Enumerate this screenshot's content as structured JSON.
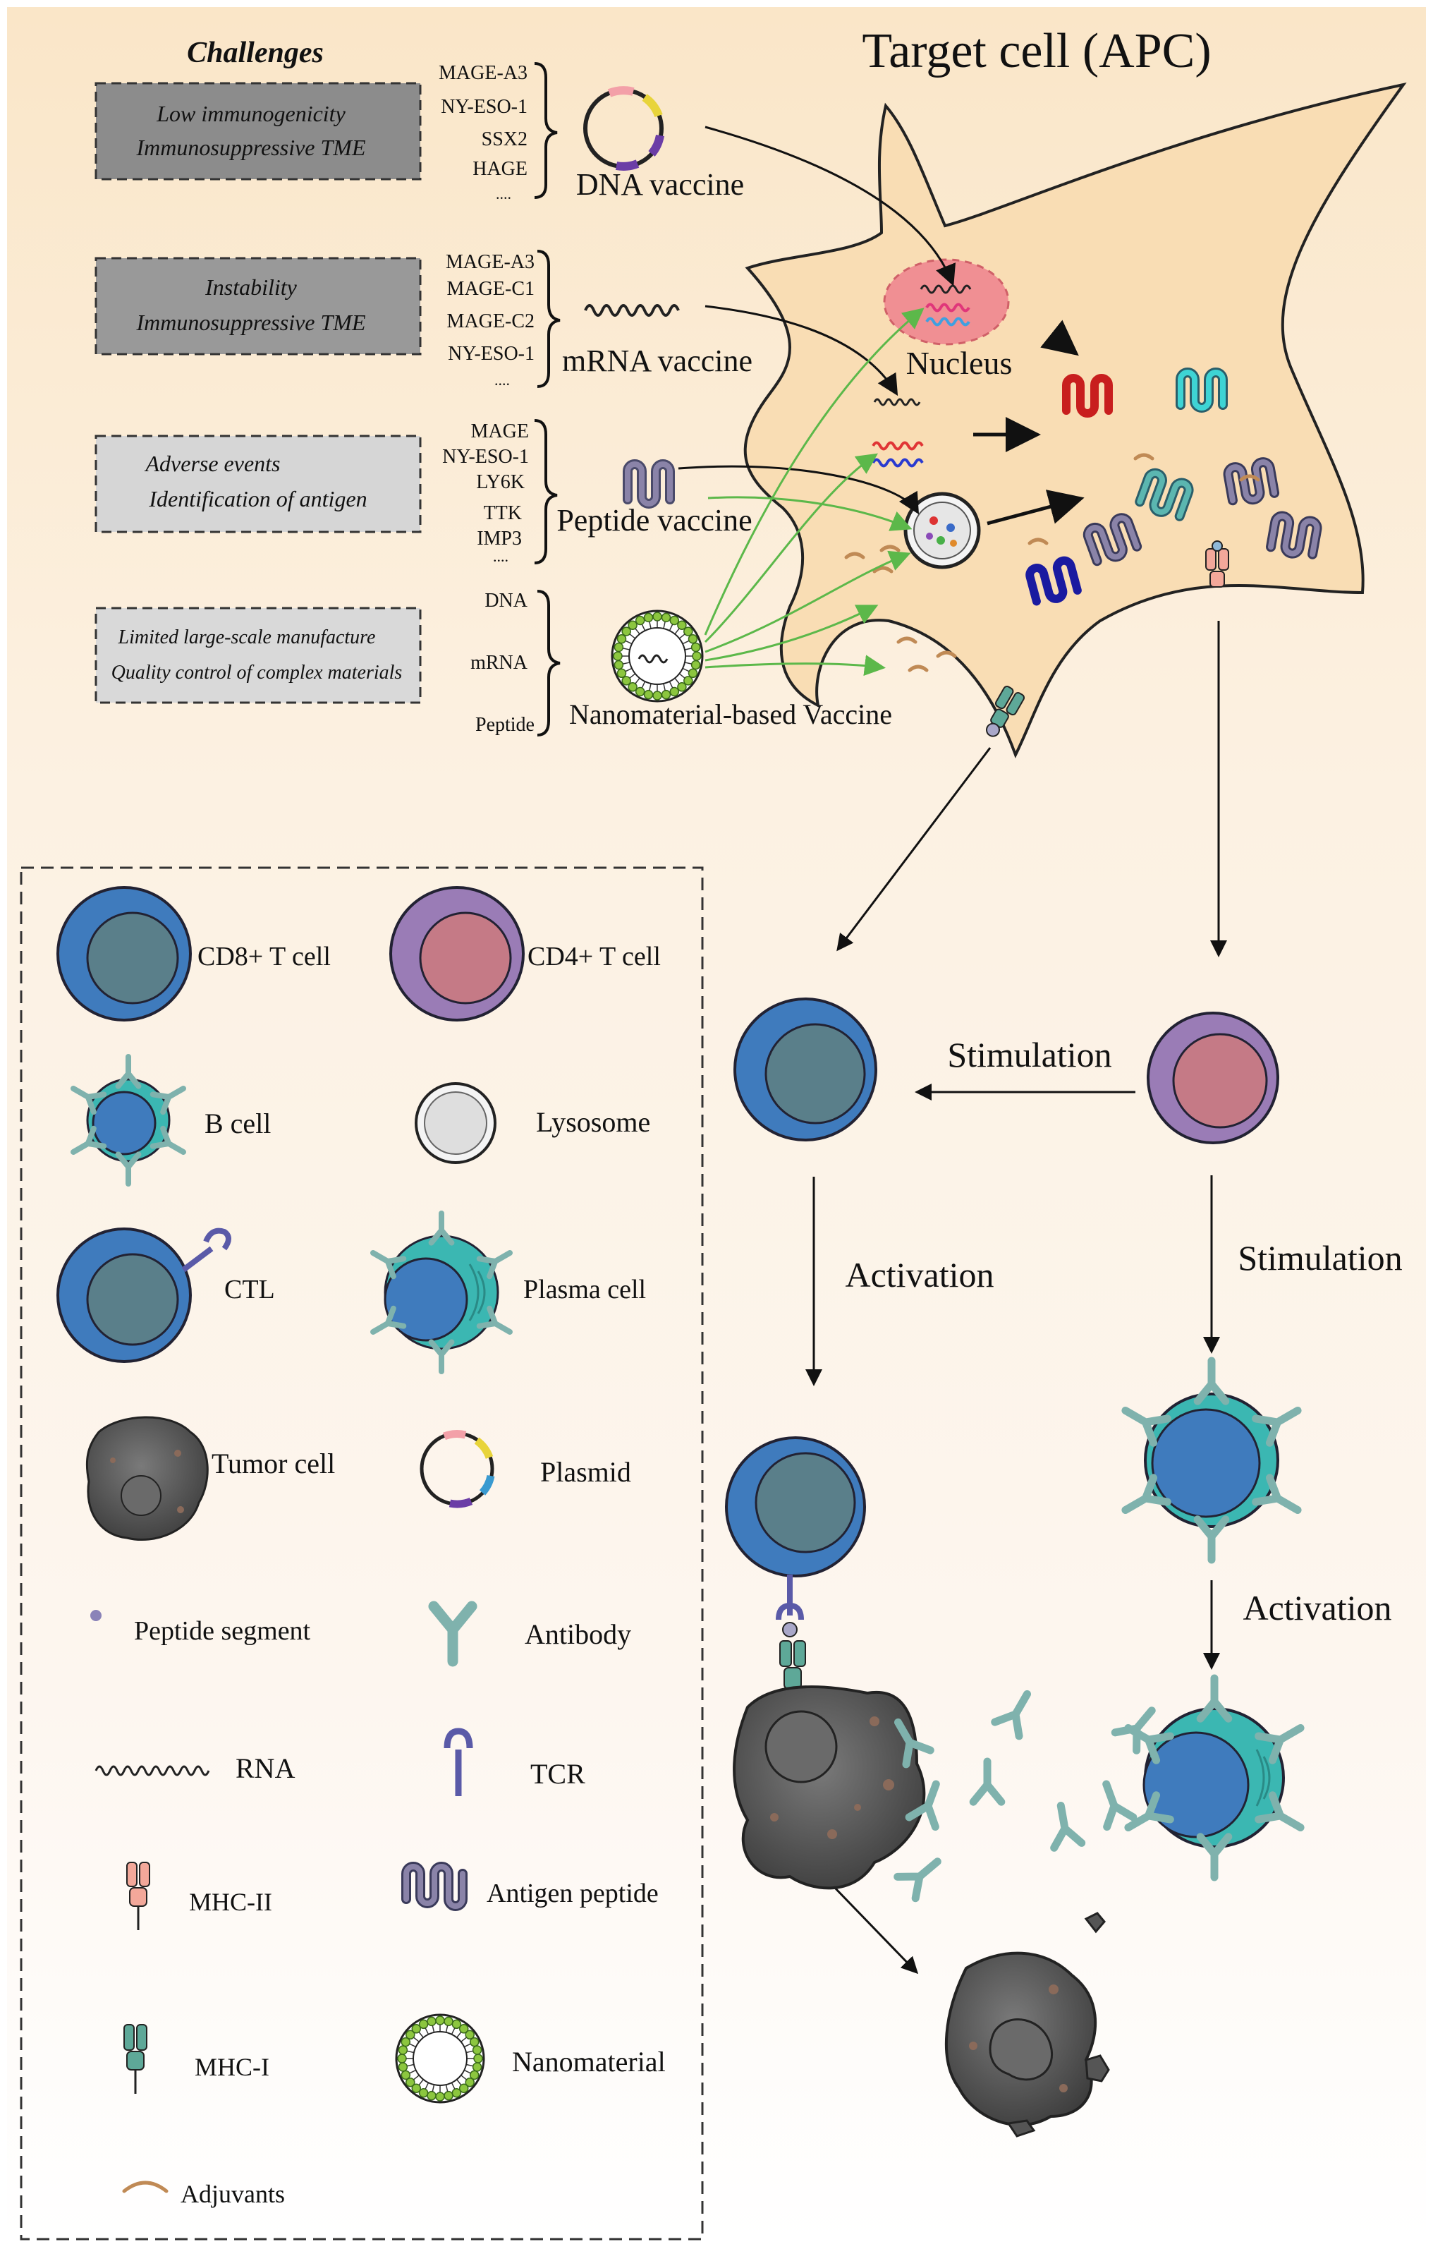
{
  "title": "Target cell (APC)",
  "challenges_heading": "Challenges",
  "challenges": [
    {
      "lines": [
        "Low immunogenicity",
        "Immunosuppressive TME"
      ]
    },
    {
      "lines": [
        "Instability",
        "Immunosuppressive TME"
      ]
    },
    {
      "lines": [
        "Adverse events",
        "Identification of antigen"
      ]
    },
    {
      "lines": [
        "Limited large-scale manufacture",
        "Quality control of complex materials"
      ]
    }
  ],
  "vaccines": [
    {
      "antigens": [
        "MAGE-A3",
        "NY-ESO-1",
        "SSX2",
        "HAGE",
        "...."
      ],
      "label": "DNA vaccine"
    },
    {
      "antigens": [
        "MAGE-A3",
        "MAGE-C1",
        "MAGE-C2",
        "NY-ESO-1",
        "...."
      ],
      "label": "mRNA vaccine"
    },
    {
      "antigens": [
        "MAGE",
        "NY-ESO-1",
        "LY6K",
        "TTK",
        "IMP3",
        "...."
      ],
      "label": "Peptide vaccine"
    },
    {
      "antigens": [
        "DNA",
        "mRNA",
        "Peptide"
      ],
      "label": "Nanomaterial-based Vaccine"
    }
  ],
  "nucleus_label": "Nucleus",
  "flow": {
    "stimulation_1": "Stimulation",
    "activation_1": "Activation",
    "stimulation_2": "Stimulation",
    "activation_2": "Activation"
  },
  "legend": [
    {
      "icon": "cd8-t-cell",
      "label": "CD8+ T cell"
    },
    {
      "icon": "cd4-t-cell",
      "label": "CD4+ T cell"
    },
    {
      "icon": "b-cell",
      "label": "B cell"
    },
    {
      "icon": "lysosome",
      "label": "Lysosome"
    },
    {
      "icon": "ctl",
      "label": "CTL"
    },
    {
      "icon": "plasma-cell",
      "label": "Plasma cell"
    },
    {
      "icon": "tumor-cell",
      "label": "Tumor cell"
    },
    {
      "icon": "plasmid",
      "label": "Plasmid"
    },
    {
      "icon": "peptide-segment",
      "label": "Peptide segment"
    },
    {
      "icon": "antibody",
      "label": "Antibody"
    },
    {
      "icon": "rna",
      "label": "RNA"
    },
    {
      "icon": "tcr",
      "label": "TCR"
    },
    {
      "icon": "mhc-ii",
      "label": "MHC-II"
    },
    {
      "icon": "antigen-peptide",
      "label": "Antigen peptide"
    },
    {
      "icon": "mhc-i",
      "label": "MHC-I"
    },
    {
      "icon": "nanomaterial",
      "label": "Nanomaterial"
    },
    {
      "icon": "adjuvants",
      "label": "Adjuvants"
    }
  ],
  "colors": {
    "background_top": "#faecd4",
    "apc_fill": "#f9ddb4",
    "nucleus": "#f08f93",
    "cd8_outer": "#3f7bbd",
    "cd8_inner": "#5a7f8a",
    "cd4_outer": "#9a7cb6",
    "cd4_inner": "#c57a86",
    "bcell_teal": "#3bb7b2",
    "antibody": "#7fb2ad",
    "tumor": "#5a5a5a",
    "mhc_ii": "#f3a89a",
    "mhc_i": "#5ea898",
    "antigen_peptide": "#8a83a8",
    "adjuvant": "#c08a55",
    "green_arrow": "#5cb84a"
  }
}
